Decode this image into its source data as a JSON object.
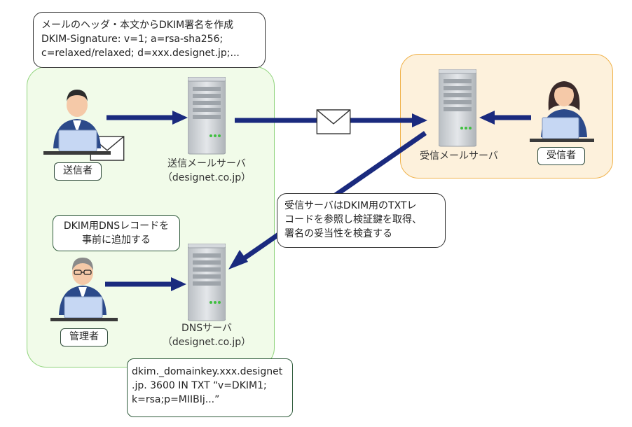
{
  "callouts": {
    "dkim_sign": {
      "lines": [
        "メールのヘッダ・本文からDKIM署名を作成",
        "DKIM-Signature: v=1; a=rsa-sha256;",
        "c=relaxed/relaxed; d=xxx.designet.jp;..."
      ]
    },
    "verify": {
      "lines": [
        "受信サーバはDKIM用のTXTレ",
        "コードを参照し検証鍵を取得、",
        "署名の妥当性を検査する"
      ]
    },
    "dns_record": {
      "lines": [
        "dkim._domainkey.xxx.designet",
        ".jp. 3600 IN TXT “v=DKIM1;",
        "k=rsa;p=MIIBIj...”"
      ]
    },
    "add_dns": {
      "lines": [
        "DKIM用DNSレコードを",
        "事前に追加する"
      ]
    }
  },
  "servers": {
    "send": {
      "name": "送信メールサーバ",
      "domain": "（designet.co.jp）"
    },
    "receive": {
      "name": "受信メールサーバ"
    },
    "dns": {
      "name": "DNSサーバ",
      "domain": "（designet.co.jp）"
    }
  },
  "roles": {
    "sender": "送信者",
    "receiver": "受信者",
    "admin": "管理者"
  },
  "colors": {
    "arrow": "#1a2a7e",
    "sender_zone_fill": "#f1fbe9",
    "sender_zone_border": "#8fd37b",
    "receiver_zone_fill": "#fdf1dc",
    "receiver_zone_border": "#f0b24a",
    "server_body": "#c9cdd1",
    "person_suit": "#2c4a8a",
    "laptop": "#c6d7f3"
  },
  "icons": [
    "person-icon",
    "server-icon",
    "envelope-icon",
    "laptop-icon"
  ]
}
